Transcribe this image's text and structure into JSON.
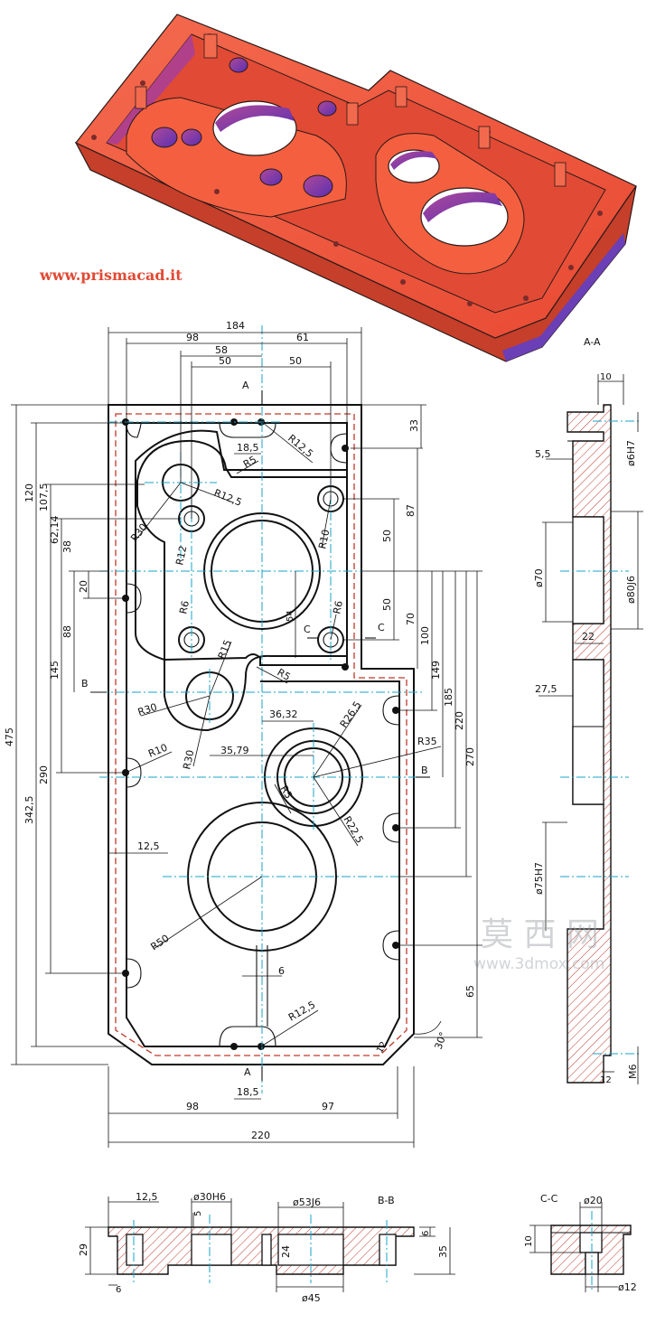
{
  "website": "www.prismacad.it",
  "watermark": {
    "cn": "莫 西 网",
    "url": "www.3dmox.com"
  },
  "section_titles": {
    "aa": "A-A",
    "bb": "B-B",
    "cc": "C-C"
  },
  "section_marks": {
    "a": "A",
    "b": "B",
    "c": "C"
  },
  "plan_dims": {
    "d184": "184",
    "d98": "98",
    "d61": "61",
    "d58": "58",
    "d50a": "50",
    "d50b": "50",
    "d220": "220",
    "d98b": "98",
    "d97": "97",
    "d18_5b": "18,5",
    "d475": "475",
    "d342_5": "342,5",
    "d290": "290",
    "d145": "145",
    "d88": "88",
    "d120": "120",
    "d107_5": "107,5",
    "d62_14": "62,14",
    "d38": "38",
    "d20": "20",
    "d33": "33",
    "d87": "87",
    "d50c": "50",
    "d50d": "50",
    "d70": "70",
    "d100": "100",
    "d149": "149",
    "d185": "185",
    "d220v": "220",
    "d270": "270",
    "d65": "65",
    "d18_5": "18,5",
    "d36_32": "36,32",
    "d35_79": "35,79",
    "d12_5": "12,5",
    "d6": "6",
    "d54": "54",
    "r5a": "R5",
    "r12_5a": "R12,5",
    "r12_5b": "R12,5",
    "r30a": "R30",
    "r12": "R12",
    "r6a": "R6",
    "r10a": "R10",
    "r6b": "R6",
    "r15": "R15",
    "r5b": "R5",
    "r30b": "R30",
    "r30c": "R30",
    "r26_5": "R26,5",
    "r35": "R35",
    "r10b": "R10",
    "r5c": "R5",
    "r22_5": "R22,5",
    "r50": "R50",
    "r12_5c": "R12,5",
    "r12_5d": "12",
    "ang30": "30°"
  },
  "aa_dims": {
    "d10": "10",
    "d5_5": "5,5",
    "d6h7": "ø6H7",
    "d70": "ø70",
    "d80j6": "ø80J6",
    "d22": "22",
    "d27_5": "27,5",
    "d75h7": "ø75H7",
    "d12": "12",
    "m6": "M6"
  },
  "bb_dims": {
    "d12_5": "12,5",
    "d30h6": "ø30H6",
    "d53j6": "ø53J6",
    "d5": "5",
    "d29": "29",
    "d24": "24",
    "d6a": "6",
    "d6b": "6",
    "d35": "35",
    "d45": "ø45"
  },
  "cc_dims": {
    "d20": "ø20",
    "d10": "10",
    "d12": "ø12"
  },
  "colors": {
    "iso_face": "#f0583f",
    "iso_shadow": "#c53f2a",
    "iso_inner": "#7b3fb0",
    "centerline": "#1aa3c9",
    "hidden": "#c0392b",
    "hatch": "#c0392b"
  }
}
